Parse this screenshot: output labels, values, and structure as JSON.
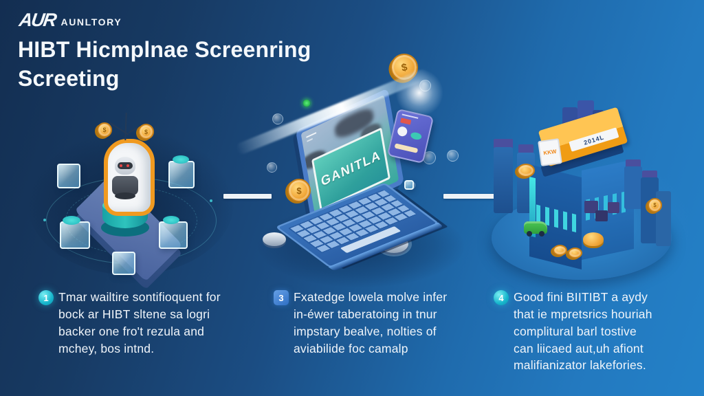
{
  "logo": {
    "mark": "AUR",
    "name": "AUNLTORY"
  },
  "title": {
    "line1": "HIBT Hicmplnae Screenring",
    "line2": "Screeting"
  },
  "illustrations": {
    "left": {
      "coin_symbol": "$"
    },
    "middle": {
      "screen_text": "GANITLA",
      "coin_symbol": "$"
    },
    "right": {
      "container_label": "2014L",
      "front_label": "KKW",
      "coin_symbol": "$"
    }
  },
  "steps": [
    {
      "number": "1",
      "badge": "circle",
      "lines": [
        "Tmar wailtire sontifioquent for",
        "bock ar HIBT sltene sa logri",
        "backer one fro't rezula and",
        "mchey, bos intnd."
      ]
    },
    {
      "number": "3",
      "badge": "square",
      "lines": [
        "Fxatedge lowela molve infer",
        "in-éwer taberatoing in tnur",
        "impstary bealve, nolties of",
        "aviabilide foc camalp"
      ]
    },
    {
      "number": "4",
      "badge": "circle",
      "lines": [
        "Good fini BIITIBT a aydy",
        "that ie mpretsrics houriah",
        "complitural barl tostive",
        "can liicaed aut,uh afiont",
        "malifianizator lakefories."
      ]
    }
  ],
  "colors": {
    "background_dark": "#132e51",
    "background_bright": "#2381c8",
    "teal_accent": "#1fc4cf",
    "orange_accent": "#f09a20",
    "gold_coin": "#f0a63a",
    "purple_card": "#5b61c9",
    "text": "#f0f5fa"
  }
}
